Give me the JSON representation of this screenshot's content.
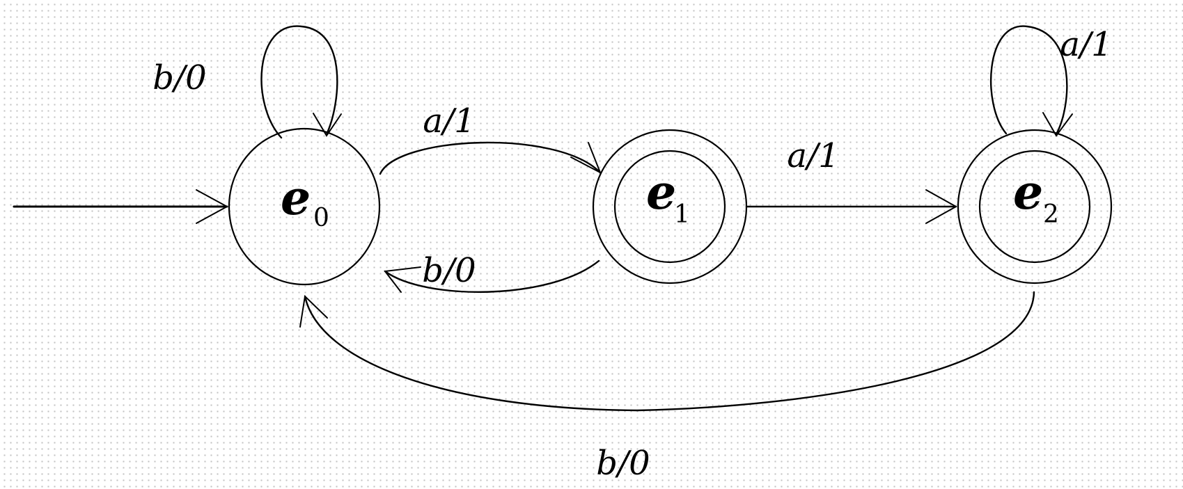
{
  "states": [
    {
      "name": "e",
      "sub": "0",
      "accepting": false,
      "initial": true
    },
    {
      "name": "e",
      "sub": "1",
      "accepting": true,
      "initial": false
    },
    {
      "name": "e",
      "sub": "2",
      "accepting": true,
      "initial": false
    }
  ],
  "transitions": [
    {
      "from": "e0",
      "to": "e0",
      "label": "b/0"
    },
    {
      "from": "e0",
      "to": "e1",
      "label": "a/1"
    },
    {
      "from": "e1",
      "to": "e0",
      "label": "b/0"
    },
    {
      "from": "e1",
      "to": "e2",
      "label": "a/1"
    },
    {
      "from": "e2",
      "to": "e2",
      "label": "a/1"
    },
    {
      "from": "e2",
      "to": "e0",
      "label": "b/0"
    }
  ]
}
